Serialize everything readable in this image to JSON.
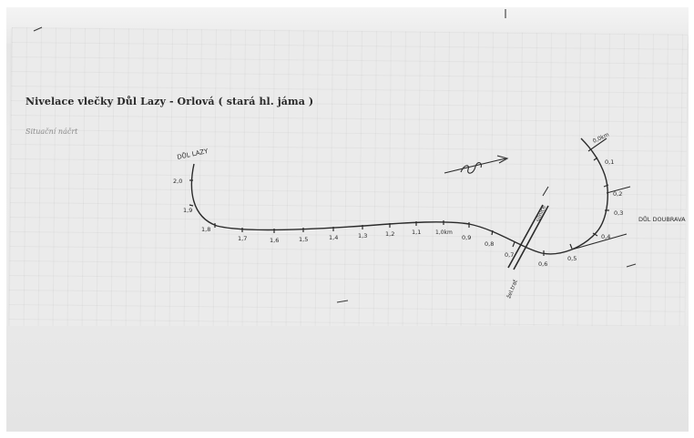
{
  "document": {
    "title": "Nivelace vlečky Důl Lazy  -  Orlová  ( stará hl. jáma )",
    "subtitle": "Situační náčrt"
  },
  "sketch": {
    "endpoints": {
      "left": "DŮL LAZY",
      "right": "DŮL DOUBRAVA",
      "top_right": "0,0km"
    },
    "crossing": {
      "road_upper": "silnice",
      "road_lower": "žel.trať"
    },
    "stations_left": [
      "2,0",
      "1,9",
      "1,8",
      "1,7",
      "1,6",
      "1,5",
      "1,4",
      "1,3",
      "1,2",
      "1,1",
      "1,0km",
      "0,9",
      "0,8",
      "0,7",
      "0,6",
      "0,5"
    ],
    "stations_right": [
      "0,1",
      "0,2",
      "0,3",
      "0,4"
    ],
    "ink_color": "#2b2b2b"
  }
}
